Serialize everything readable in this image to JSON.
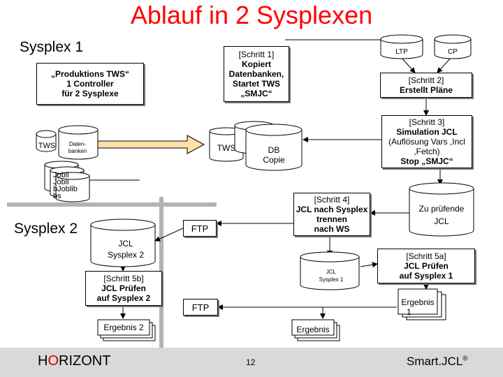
{
  "title": "Ablauf in 2 Sysplexen",
  "sysplex1_label": "Sysplex 1",
  "sysplex2_label": "Sysplex 2",
  "produktion_box": [
    "„Produktions TWS“",
    "1 Controller",
    "für 2 Sysplexe"
  ],
  "schritt1": [
    "[Schritt 1]",
    "Kopiert",
    "Datenbanken,",
    "Startet TWS",
    "„SMJC“"
  ],
  "ltp_label": "LTP",
  "cp_label": "CP",
  "schritt2": [
    "[Schritt 2]",
    "Erstellt Pläne"
  ],
  "schritt3": [
    "[Schritt 3]",
    "Simulation JCL",
    "(Auflösung Vars ,Incl",
    ",Fetch)",
    "Stop „SMJC“"
  ],
  "tws_label": "TWS",
  "datenbanken_label": [
    "Daten-",
    "banken"
  ],
  "tws_copy_label": "TWS",
  "db_copie_label": [
    "DB",
    "Copie"
  ],
  "joblib_labels": [
    "Jobli",
    "Jobli",
    "bJoblib",
    "bs"
  ],
  "schritt4": [
    "[Schritt 4]",
    "JCL nach Sysplex",
    "trennen",
    "nach WS"
  ],
  "zu_pruefende": [
    "Zu prüfende",
    "JCL"
  ],
  "ftp1_label": "FTP",
  "jcl_sysplex2": [
    "JCL",
    "Sysplex 2"
  ],
  "jcl_sysplex1": [
    "JCL",
    "Sysplex 1"
  ],
  "schritt5a": [
    "[Schritt 5a]",
    "JCL Prüfen",
    "auf Sysplex 1"
  ],
  "schritt5b": [
    "[Schritt 5b]",
    "JCL Prüfen",
    "auf Sysplex 2"
  ],
  "ftp2_label": "FTP",
  "ergebnis1": [
    "Ergebnis",
    "1"
  ],
  "ergebnis2": "Ergebnis 2",
  "ergebnis": "Ergebnis",
  "footer": {
    "logo_h": "H",
    "logo_o": "O",
    "logo_rest": "RIZONT",
    "page": "12",
    "brand": "Smart.JCL",
    "registered": "®"
  },
  "colors": {
    "title": "#ff0000",
    "arrow_fill": "#ffe0a8",
    "gray_bar": "#b3b3b3",
    "footer_bg": "#d9d9d9",
    "logo_o": "#cc0000"
  }
}
